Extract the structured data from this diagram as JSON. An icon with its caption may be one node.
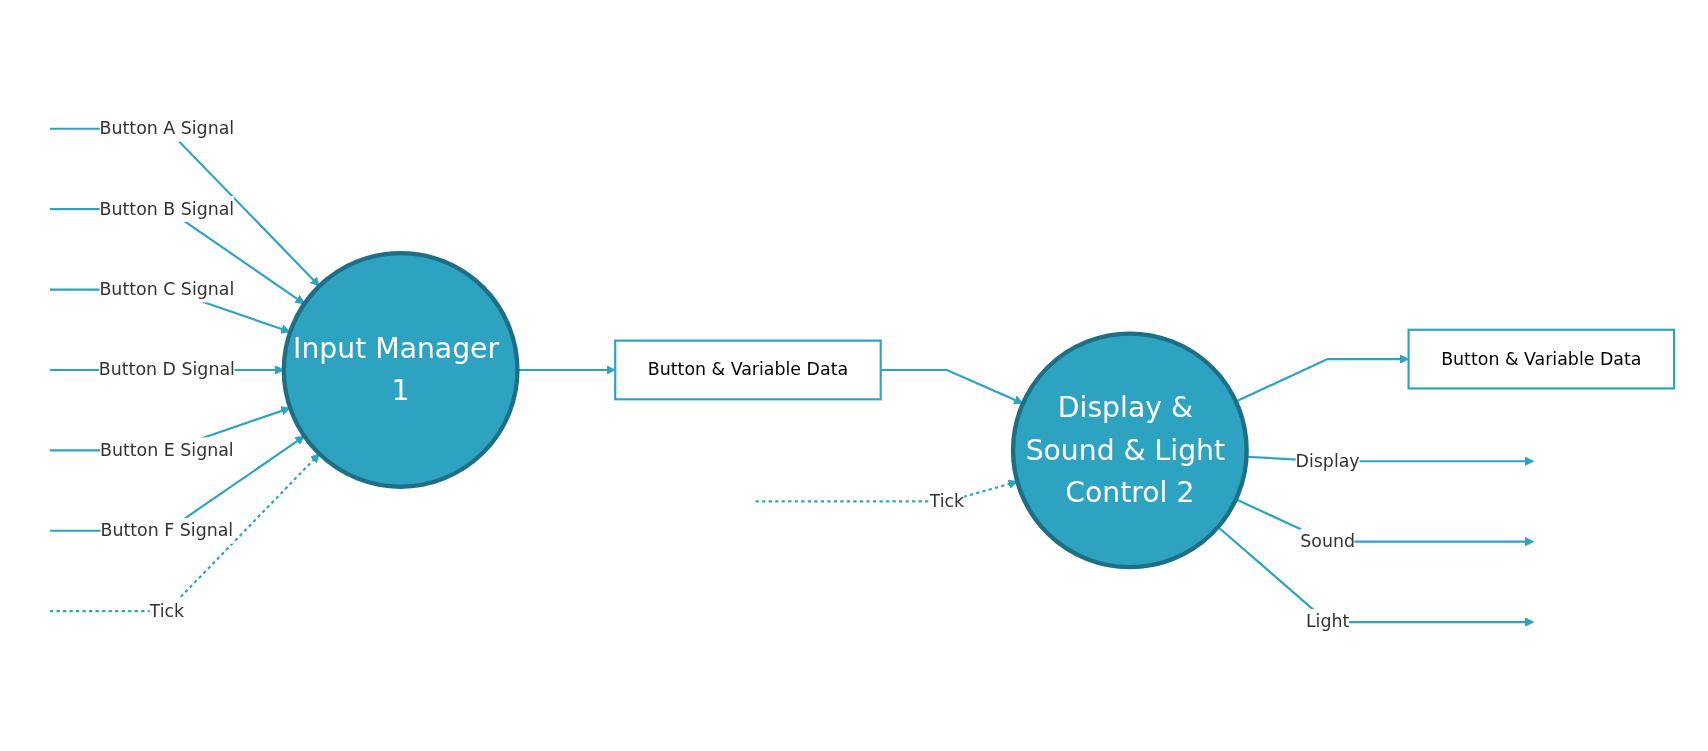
{
  "diagram": {
    "nodes": [
      {
        "text": [
          "Input Manager 1"
        ]
      },
      {
        "text": [
          "Button & Variable Data"
        ]
      },
      {
        "text": [
          "Display & Sound & Light Control 2"
        ]
      },
      {
        "text": [
          "Button & Variable Data"
        ]
      }
    ],
    "edges": [
      {
        "from": null,
        "to": 0,
        "arrow": "to",
        "label": "Button A Signal"
      },
      {
        "from": null,
        "to": 0,
        "arrow": "to",
        "label": "Button B Signal"
      },
      {
        "from": null,
        "to": 0,
        "arrow": "to",
        "label": "Button C Signal"
      },
      {
        "from": null,
        "to": 0,
        "arrow": "to",
        "label": "Button D Signal"
      },
      {
        "from": null,
        "to": 0,
        "arrow": "to",
        "label": "Button E Signal"
      },
      {
        "from": null,
        "to": 0,
        "arrow": "to",
        "label": "Button F Signal"
      },
      {
        "from": null,
        "to": 0,
        "arrow": "to",
        "label": "Tick",
        "style": "dashed"
      },
      {
        "from": 0,
        "to": 1,
        "arrow": "to"
      },
      {
        "from": 1,
        "to": 2,
        "arrow": "to"
      },
      {
        "from": null,
        "to": 2,
        "arrow": "to",
        "label": "Tick",
        "style": "dashed"
      },
      {
        "from": 2,
        "to": 3,
        "arrow": "to"
      },
      {
        "from": 2,
        "to": null,
        "arrow": "to",
        "label": "Display"
      },
      {
        "from": 2,
        "to": null,
        "arrow": "to",
        "label": "Sound"
      },
      {
        "from": 2,
        "to": null,
        "arrow": "to",
        "label": "Light"
      }
    ]
  }
}
